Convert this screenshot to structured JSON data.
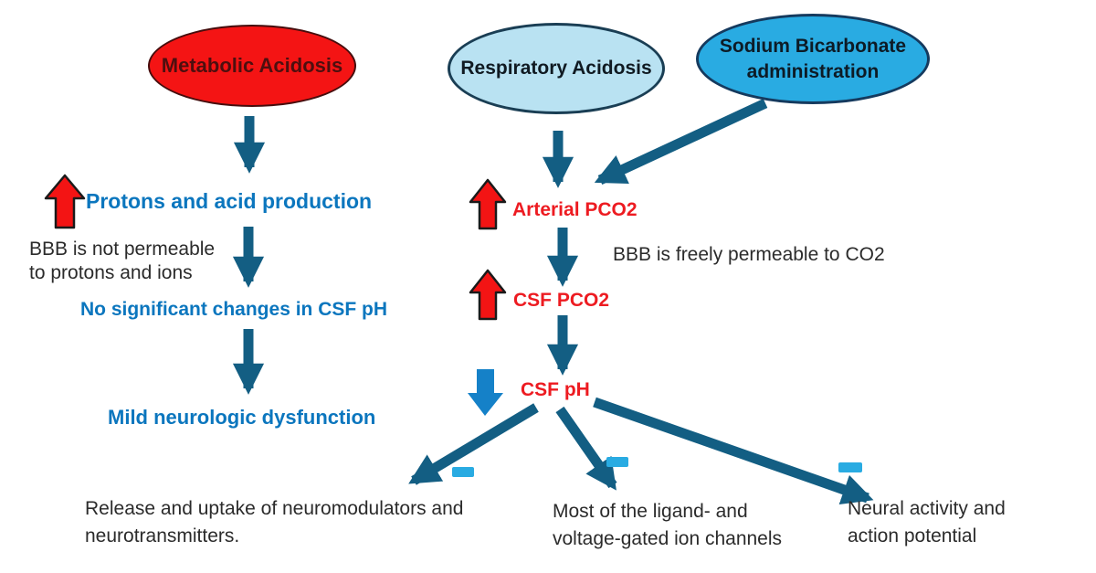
{
  "colors": {
    "arrow-teal": "#135E83",
    "arrow-red": "#F31414",
    "arrow-blue": "#1581C8",
    "minus-blue": "#29ABE2",
    "text-blue": "#0B76BE",
    "text-red": "#ED1B21",
    "text-dark": "#2B2B2B",
    "ellipse-red-fill": "#F41414",
    "ellipse-red-stroke": "#460D0D",
    "ellipse-red-text": "#4D0F0F",
    "ellipse-lightblue-fill": "#B9E2F2",
    "ellipse-lightblue-stroke": "#1A3E54",
    "ellipse-blue-fill": "#29ABE2",
    "ellipse-blue-stroke": "#153A5E"
  },
  "nodes": {
    "metabolic": "Metabolic Acidosis",
    "respiratory": "Respiratory Acidosis",
    "bicarbonate": "Sodium Bicarbonate\nadministration"
  },
  "left_column": {
    "protons": "Protons and acid production",
    "bbb_not_permeable": "BBB is not permeable\nto protons and ions",
    "no_changes": "No significant changes in CSF pH",
    "mild_dysfunction": "Mild neurologic dysfunction"
  },
  "middle_column": {
    "arterial_pco2": "Arterial PCO2",
    "bbb_freely_permeable": "BBB is freely permeable to CO2",
    "csf_pco2": "CSF PCO2",
    "csf_ph": "CSF pH"
  },
  "outcomes": {
    "neuromodulators": "Release and uptake of neuromodulators and\nneurotransmitters.",
    "ion_channels": "Most of the ligand- and\nvoltage-gated ion channels",
    "neural_activity": "Neural activity and\naction potential"
  }
}
